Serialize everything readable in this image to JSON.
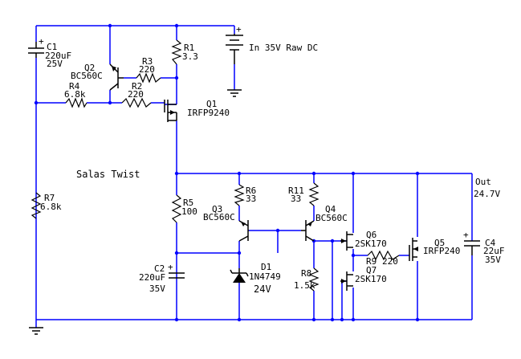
{
  "title": "Salas Twist",
  "supply": "In 35V Raw DC",
  "output": {
    "label": "Out",
    "voltage": "24.7V"
  },
  "components": {
    "C1": {
      "ref": "C1",
      "value": "220uF",
      "rating": "25V"
    },
    "R1": {
      "ref": "R1",
      "value": "3.3"
    },
    "Q2": {
      "ref": "Q2",
      "part": "BC560C"
    },
    "R3": {
      "ref": "R3",
      "value": "220"
    },
    "R4": {
      "ref": "R4",
      "value": "6.8k"
    },
    "R2": {
      "ref": "R2",
      "value": "220"
    },
    "Q1": {
      "ref": "Q1",
      "part": "IRFP9240"
    },
    "R7": {
      "ref": "R7",
      "value": "6.8k"
    },
    "R6": {
      "ref": "R6",
      "value": "33"
    },
    "R11": {
      "ref": "R11",
      "value": "33"
    },
    "R5": {
      "ref": "R5",
      "value": "100"
    },
    "Q3": {
      "ref": "Q3",
      "part": "BC560C"
    },
    "Q4": {
      "ref": "Q4",
      "part": "BC560C"
    },
    "C2": {
      "ref": "C2",
      "value": "220uF",
      "rating": "35V"
    },
    "D1": {
      "ref": "D1",
      "part": "1N4749",
      "voltage": "24V"
    },
    "R8": {
      "ref": "R8",
      "value": "1.5k"
    },
    "Q6": {
      "ref": "Q6",
      "part": "2SK170"
    },
    "R9": {
      "ref": "R9",
      "value": "220"
    },
    "Q7": {
      "ref": "Q7",
      "part": "2SK170"
    },
    "Q5": {
      "ref": "Q5",
      "part": "IRFP240"
    },
    "C4": {
      "ref": "C4",
      "value": "22uF",
      "rating": "35V"
    }
  },
  "symbols": {
    "plus": "+"
  },
  "colors": {
    "wire": "#0000ff",
    "component": "#000000",
    "background": "#ffffff"
  }
}
